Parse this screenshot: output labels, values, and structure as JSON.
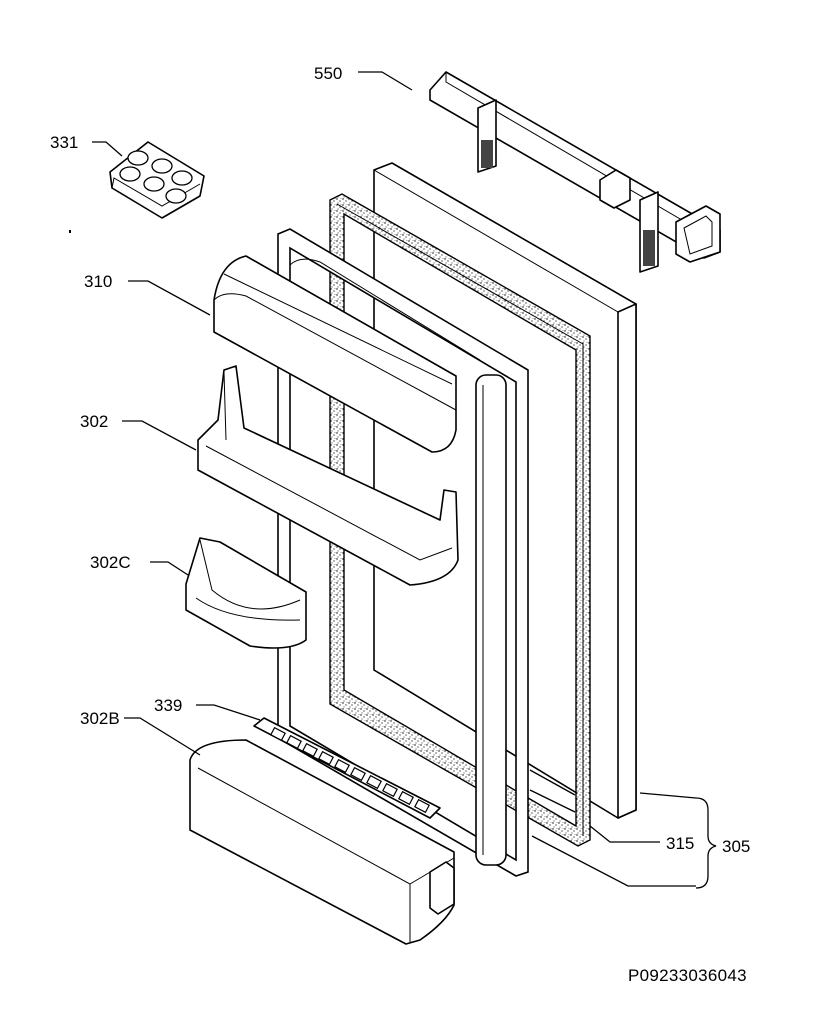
{
  "diagram": {
    "labels": {
      "p550": "550",
      "p331": "331",
      "p310": "310",
      "p302": "302",
      "p302c": "302C",
      "p339": "339",
      "p302b": "302B",
      "p315": "315",
      "p305": "305"
    },
    "reference": "P09233036043"
  }
}
